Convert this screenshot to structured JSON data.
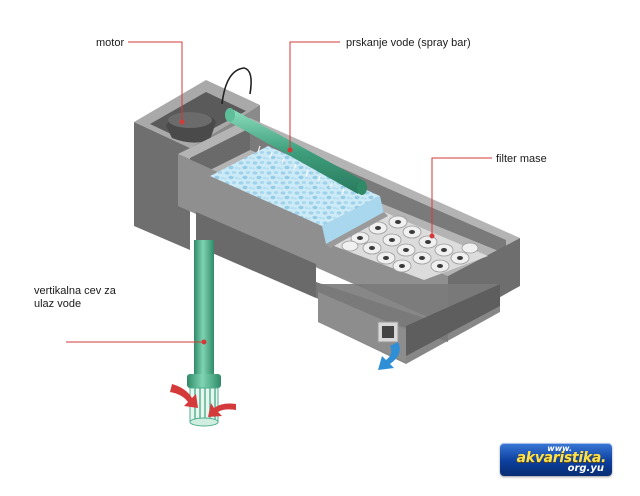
{
  "labels": {
    "motor": "motor",
    "spray_bar": "prskanje vode (spray bar)",
    "filter_media": "filter mase",
    "vertical_pipe_line1": "vertikalna cev za",
    "vertical_pipe_line2": "ulaz vode"
  },
  "logo": {
    "line1": "www.",
    "line2": "akvaristika.",
    "line3": "org.yu"
  },
  "colors": {
    "callout_line": "#d43a3a",
    "housing": "#8c8c8c",
    "pipe": "#4fae8c",
    "water": "#bfe4f5",
    "flow_arrow_in": "#d43a3a",
    "flow_arrow_out": "#2e8fd6"
  }
}
